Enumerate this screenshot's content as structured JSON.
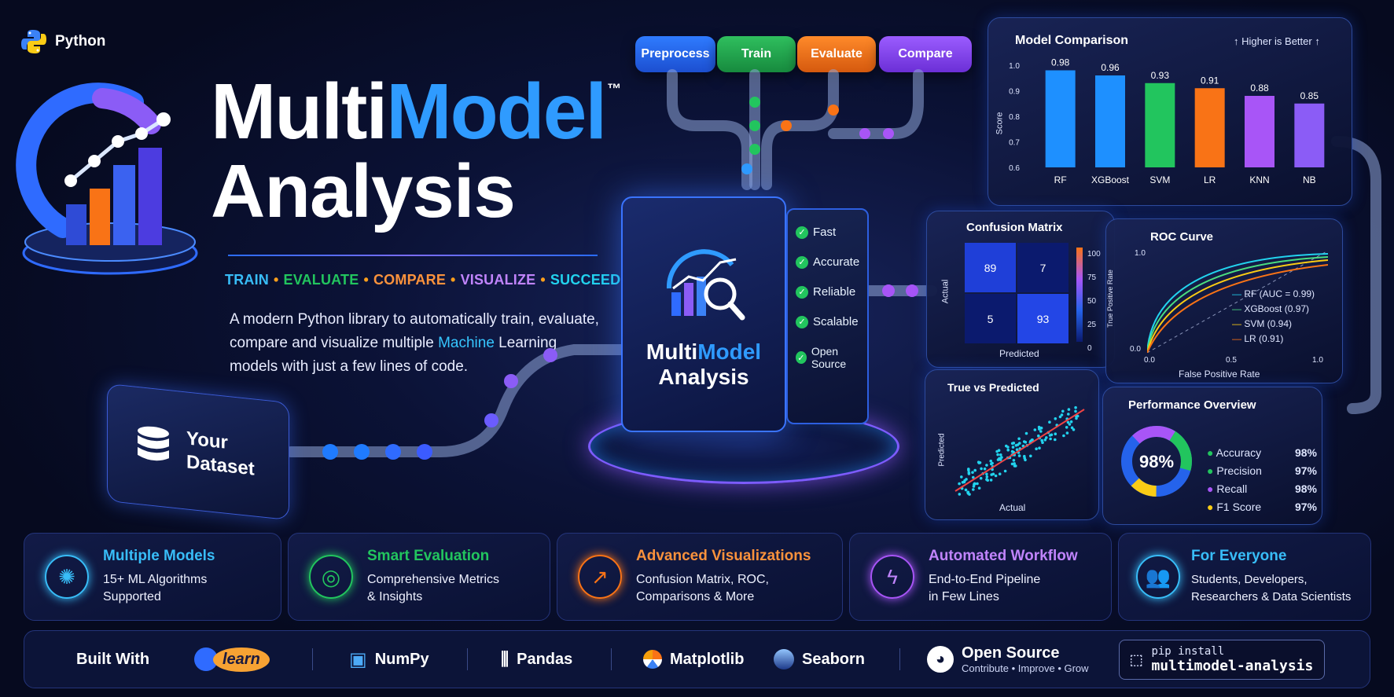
{
  "python_badge": {
    "label": "Python",
    "icon": "python-logo-icon"
  },
  "title": {
    "part1": "Multi",
    "part2": "Model",
    "trademark": "™",
    "line2": "Analysis"
  },
  "tagline": {
    "items": [
      "TRAIN",
      "EVALUATE",
      "COMPARE",
      "VISUALIZE",
      "SUCCEED"
    ],
    "separator": "•"
  },
  "description": {
    "before": "A modern Python library to automatically train, evaluate, compare and visualize multiple ",
    "highlight": "Machine",
    "after": " Learning models with just a few lines of code."
  },
  "pipeline_buttons": [
    "Preprocess",
    "Train",
    "Evaluate",
    "Compare"
  ],
  "dataset": {
    "line1": "Your",
    "line2": "Dataset"
  },
  "cube": {
    "title_part1": "Multi",
    "title_part2": "Model",
    "title_line2": "Analysis",
    "features": [
      "Fast",
      "Accurate",
      "Reliable",
      "Scalable",
      "Open Source"
    ]
  },
  "model_comparison": {
    "title": "Model Comparison",
    "note": "↑ Higher is Better ↑",
    "ylabel": "Score"
  },
  "confusion_matrix": {
    "title": "Confusion Matrix",
    "cells": [
      "89",
      "7",
      "5",
      "93"
    ],
    "xlabel": "Predicted",
    "ylabel": "Actual",
    "scale": [
      "100",
      "75",
      "50",
      "25",
      "0"
    ]
  },
  "roc_curve": {
    "title": "ROC Curve",
    "xlabel": "False Positive Rate",
    "ylabel": "True Positive Rate",
    "legend": [
      "RF (AUC = 0.99)",
      "XGBoost (0.97)",
      "SVM (0.94)",
      "LR (0.91)"
    ],
    "ticks": {
      "y_top": "1.0",
      "y_bottom": "0.0",
      "x_left": "0.0",
      "x_mid": "0.5",
      "x_right": "1.0"
    }
  },
  "true_vs_predicted": {
    "title": "True vs Predicted",
    "xlabel": "Actual",
    "ylabel": "Predicted"
  },
  "performance": {
    "title": "Performance Overview",
    "center": "98%",
    "metrics": [
      {
        "label": "Accuracy",
        "value": "98%"
      },
      {
        "label": "Precision",
        "value": "97%"
      },
      {
        "label": "Recall",
        "value": "98%"
      },
      {
        "label": "F1 Score",
        "value": "97%"
      }
    ]
  },
  "feature_cards": [
    {
      "title": "Multiple Models",
      "line1": "15+ ML Algorithms",
      "line2": "Supported",
      "icon": "brain-network-icon",
      "color": "#38bdf8"
    },
    {
      "title": "Smart Evaluation",
      "line1": "Comprehensive Metrics",
      "line2": "& Insights",
      "icon": "target-icon",
      "color": "#22c55e"
    },
    {
      "title": "Advanced Visualizations",
      "line1": "Confusion Matrix, ROC,",
      "line2": "Comparisons & More",
      "icon": "trend-chart-icon",
      "color": "#f97316"
    },
    {
      "title": "Automated Workflow",
      "line1": "End-to-End Pipeline",
      "line2": "in Few Lines",
      "icon": "lightning-icon",
      "color": "#a855f7"
    },
    {
      "title": "For Everyone",
      "line1": "Students, Developers,",
      "line2": "Researchers & Data Scientists",
      "icon": "users-icon",
      "color": "#38bdf8"
    }
  ],
  "footer": {
    "built_with": "Built With",
    "sklearn": "learn",
    "numpy": "NumPy",
    "pandas": "Pandas",
    "matplotlib": "Matplotlib",
    "seaborn": "Seaborn",
    "open_source": "Open Source",
    "open_source_sub": "Contribute • Improve • Grow",
    "pip_line1": "pip install",
    "pip_line2": "multimodel-analysis"
  },
  "colors": {
    "blue": "#2f9bff",
    "green": "#22c55e",
    "orange": "#f97316",
    "purple": "#a855f7",
    "cyan": "#22d3ee"
  },
  "chart_data": [
    {
      "type": "bar",
      "title": "Model Comparison",
      "ylabel": "Score",
      "categories": [
        "RF",
        "XGBoost",
        "SVM",
        "LR",
        "KNN",
        "NB"
      ],
      "values": [
        0.98,
        0.96,
        0.93,
        0.91,
        0.88,
        0.85
      ],
      "value_labels": [
        "0.98",
        "0.96",
        "0.93",
        "0.91",
        "0.88",
        "0.85"
      ],
      "colors": [
        "#1e90ff",
        "#1e90ff",
        "#22c55e",
        "#f97316",
        "#a855f7",
        "#8b5cf6"
      ],
      "ylim": [
        0.6,
        1.0
      ],
      "yticks": [
        "1.0",
        "0.9",
        "0.8",
        "0.7",
        "0.6"
      ]
    },
    {
      "type": "heatmap",
      "title": "Confusion Matrix",
      "values": [
        [
          89,
          7
        ],
        [
          5,
          93
        ]
      ]
    },
    {
      "type": "line",
      "title": "ROC Curve",
      "series": [
        {
          "name": "RF (AUC = 0.99)",
          "color": "#22d3ee"
        },
        {
          "name": "XGBoost (0.97)",
          "color": "#4ade80"
        },
        {
          "name": "SVM (0.94)",
          "color": "#facc15"
        },
        {
          "name": "LR (0.91)",
          "color": "#f97316"
        }
      ]
    },
    {
      "type": "scatter",
      "title": "True vs Predicted",
      "xlabel": "Actual",
      "ylabel": "Predicted"
    },
    {
      "type": "pie",
      "title": "Performance Overview",
      "center_label": "98%"
    }
  ]
}
